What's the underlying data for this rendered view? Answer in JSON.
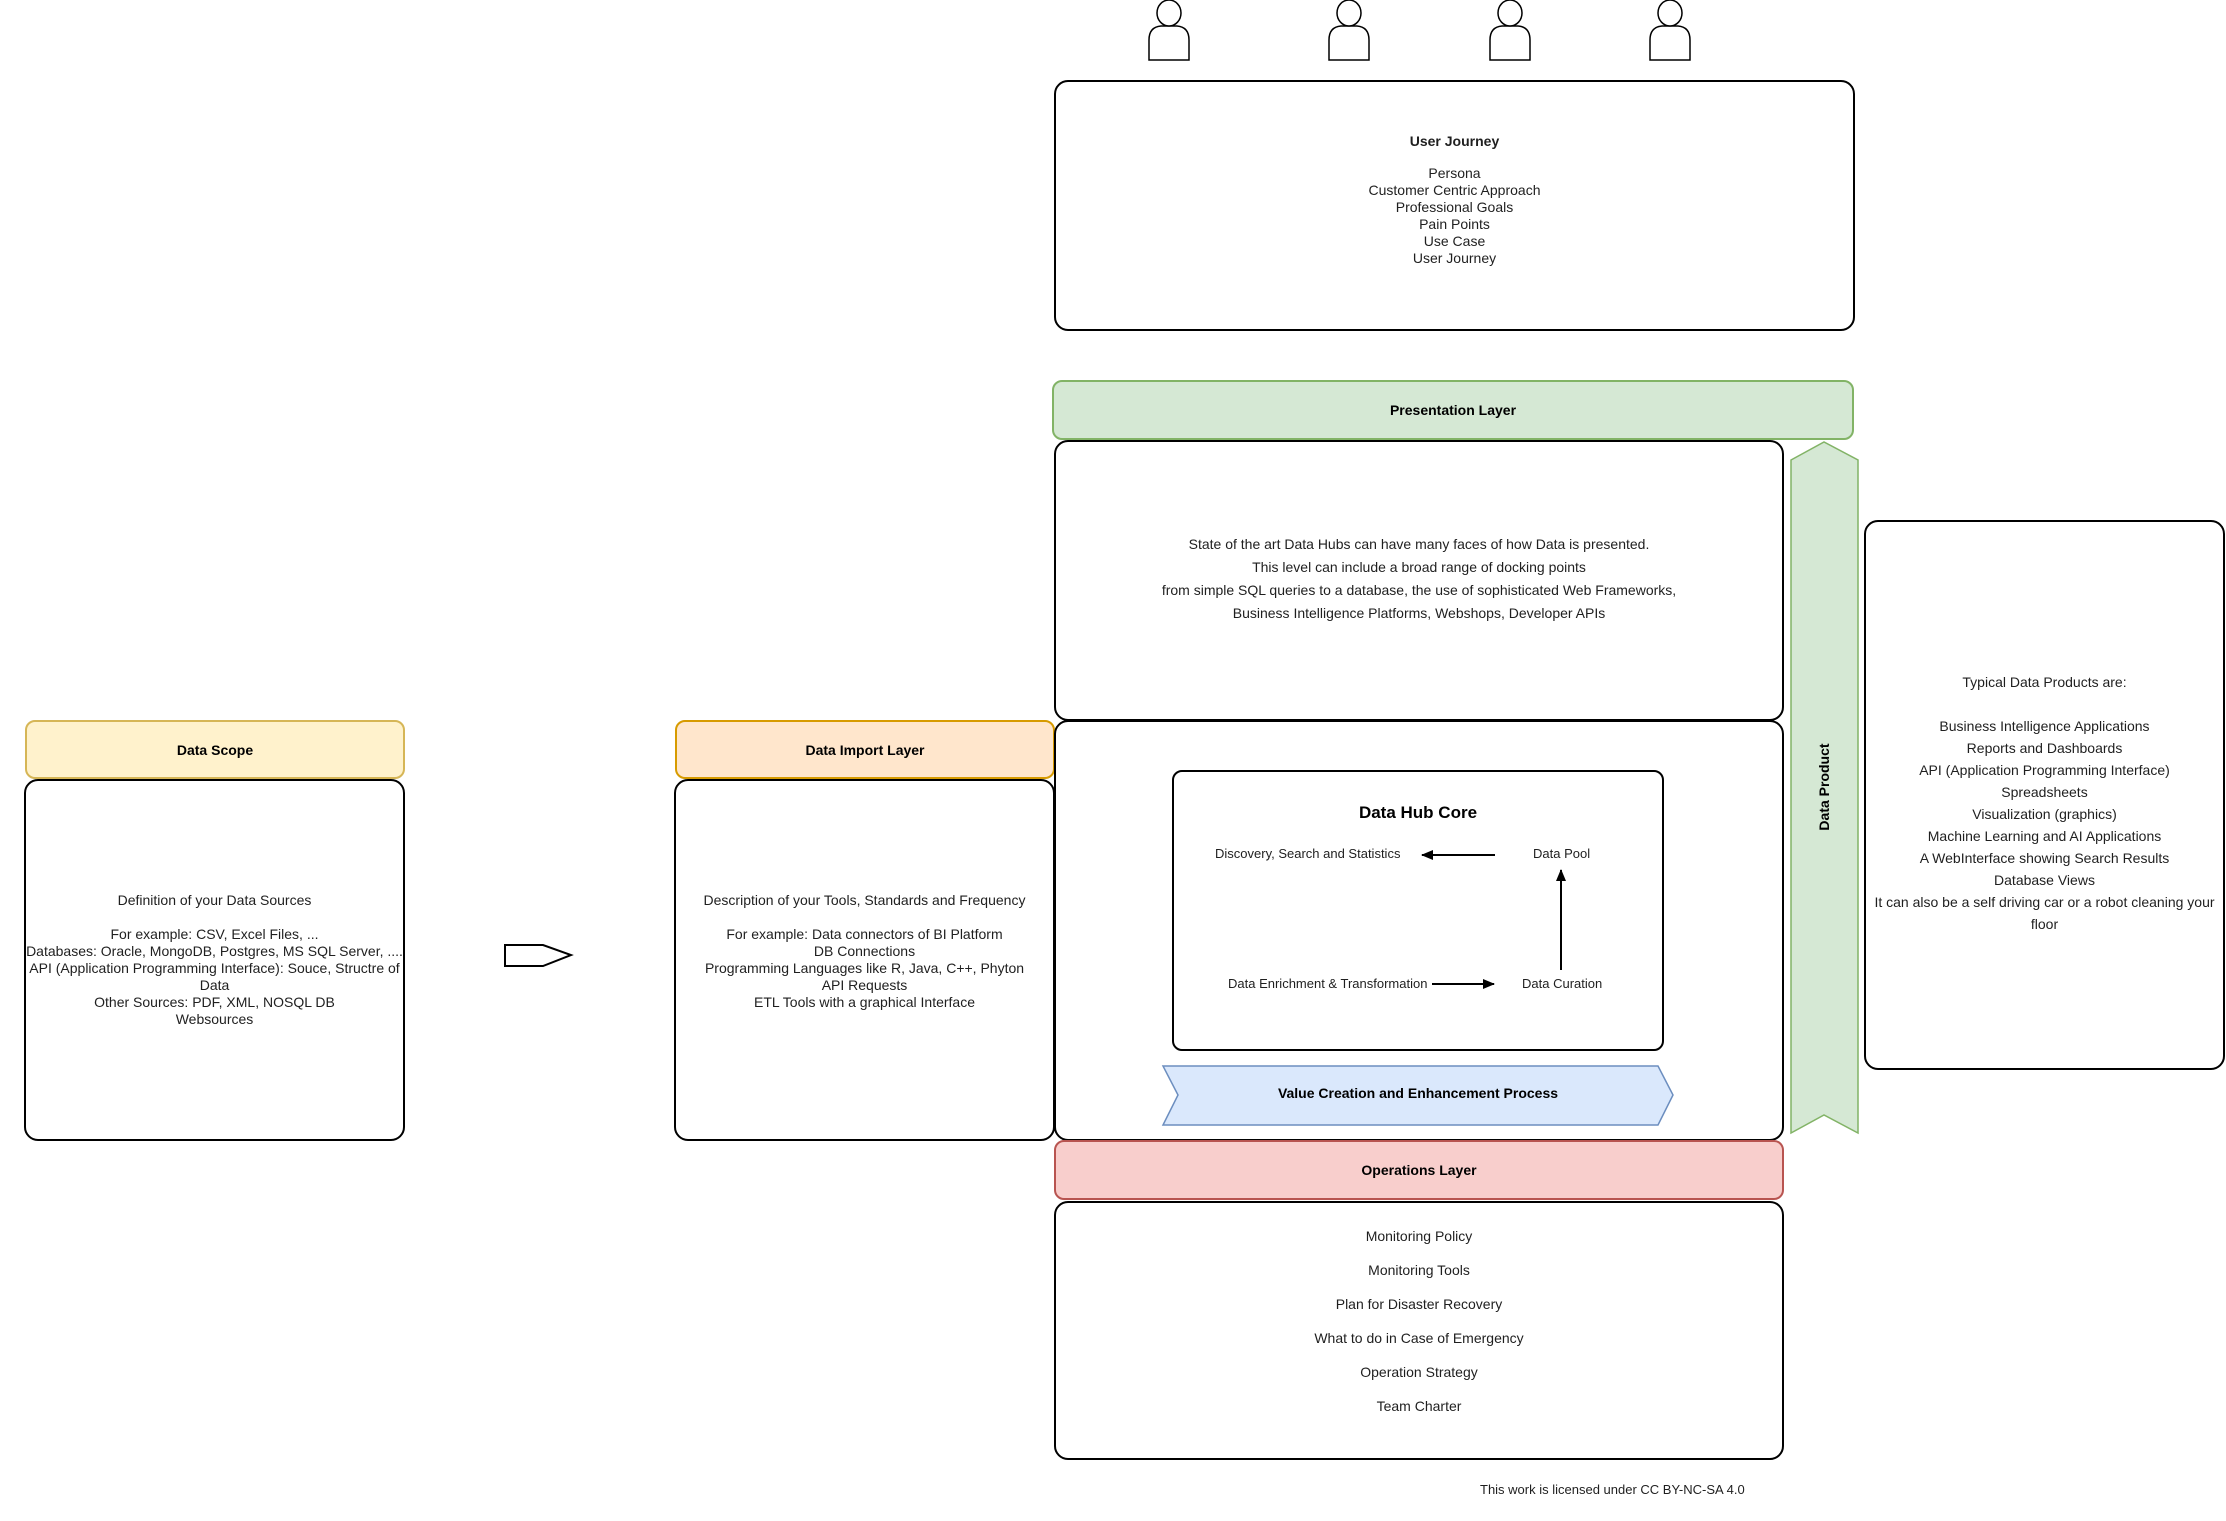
{
  "user_journey": {
    "title": "User Journey",
    "items": [
      "Persona",
      "Customer Centric Approach",
      "Professional Goals",
      "Pain Points",
      "Use Case",
      "User Journey"
    ]
  },
  "personas": [
    "person-icon",
    "person-icon",
    "person-icon",
    "person-icon"
  ],
  "presentation_layer": {
    "header": "Presentation Layer",
    "lines": [
      "State of the art Data Hubs can have many faces of how Data is presented.",
      "This level can include a broad range of docking points",
      "from simple SQL queries to a database, the use of sophisticated Web Frameworks,",
      "Business Intelligence Platforms, Webshops, Developer APIs"
    ]
  },
  "data_scope": {
    "header": "Data Scope",
    "lines": [
      "Definition of your Data Sources",
      "",
      "For example: CSV, Excel Files, ...",
      "Databases: Oracle, MongoDB, Postgres, MS SQL Server, ....",
      "API (Application Programming Interface): Souce, Structre of Data",
      "Other Sources: PDF, XML, NOSQL DB",
      "Websources"
    ]
  },
  "data_import_layer": {
    "header": "Data Import Layer",
    "lines": [
      "Description of your Tools, Standards and Frequency",
      "",
      "For example: Data connectors of BI Platform",
      "DB Connections",
      "Programming Languages like R, Java, C++, Phyton",
      "API Requests",
      "ETL Tools with a graphical Interface"
    ]
  },
  "data_hub_core": {
    "title": "Data Hub Core",
    "nodes": {
      "discovery": "Discovery, Search and Statistics",
      "pool": "Data Pool",
      "enrichment": "Data Enrichment & Transformation",
      "curation": "Data Curation"
    }
  },
  "value_creation": {
    "label": "Value Creation and Enhancement Process"
  },
  "data_product": {
    "label": "Data Product",
    "lines": [
      "Typical Data Products are:",
      "",
      "Business Intelligence Applications",
      "Reports and Dashboards",
      "API (Application Programming Interface)",
      "Spreadsheets",
      "Visualization (graphics)",
      "Machine Learning and AI Applications",
      "A WebInterface showing Search Results",
      "Database Views",
      "It can also be a self driving car or a robot cleaning your floor"
    ]
  },
  "operations_layer": {
    "header": "Operations Layer",
    "lines": [
      "Monitoring Policy",
      "Monitoring Tools",
      "Plan for Disaster Recovery",
      "What to do in Case of Emergency",
      "Operation Strategy",
      "Team Charter"
    ]
  },
  "license": "This work is licensed under CC BY-NC-SA 4.0",
  "colors": {
    "yellow_fill": "#fff2cc",
    "yellow_stroke": "#d6b656",
    "orange_fill": "#ffe6cc",
    "orange_stroke": "#d79b00",
    "green_fill": "#d5e8d4",
    "green_stroke": "#82b366",
    "red_fill": "#f8cecc",
    "red_stroke": "#b85450",
    "blue_fill": "#dae8fc",
    "blue_stroke": "#6c8ebf"
  }
}
